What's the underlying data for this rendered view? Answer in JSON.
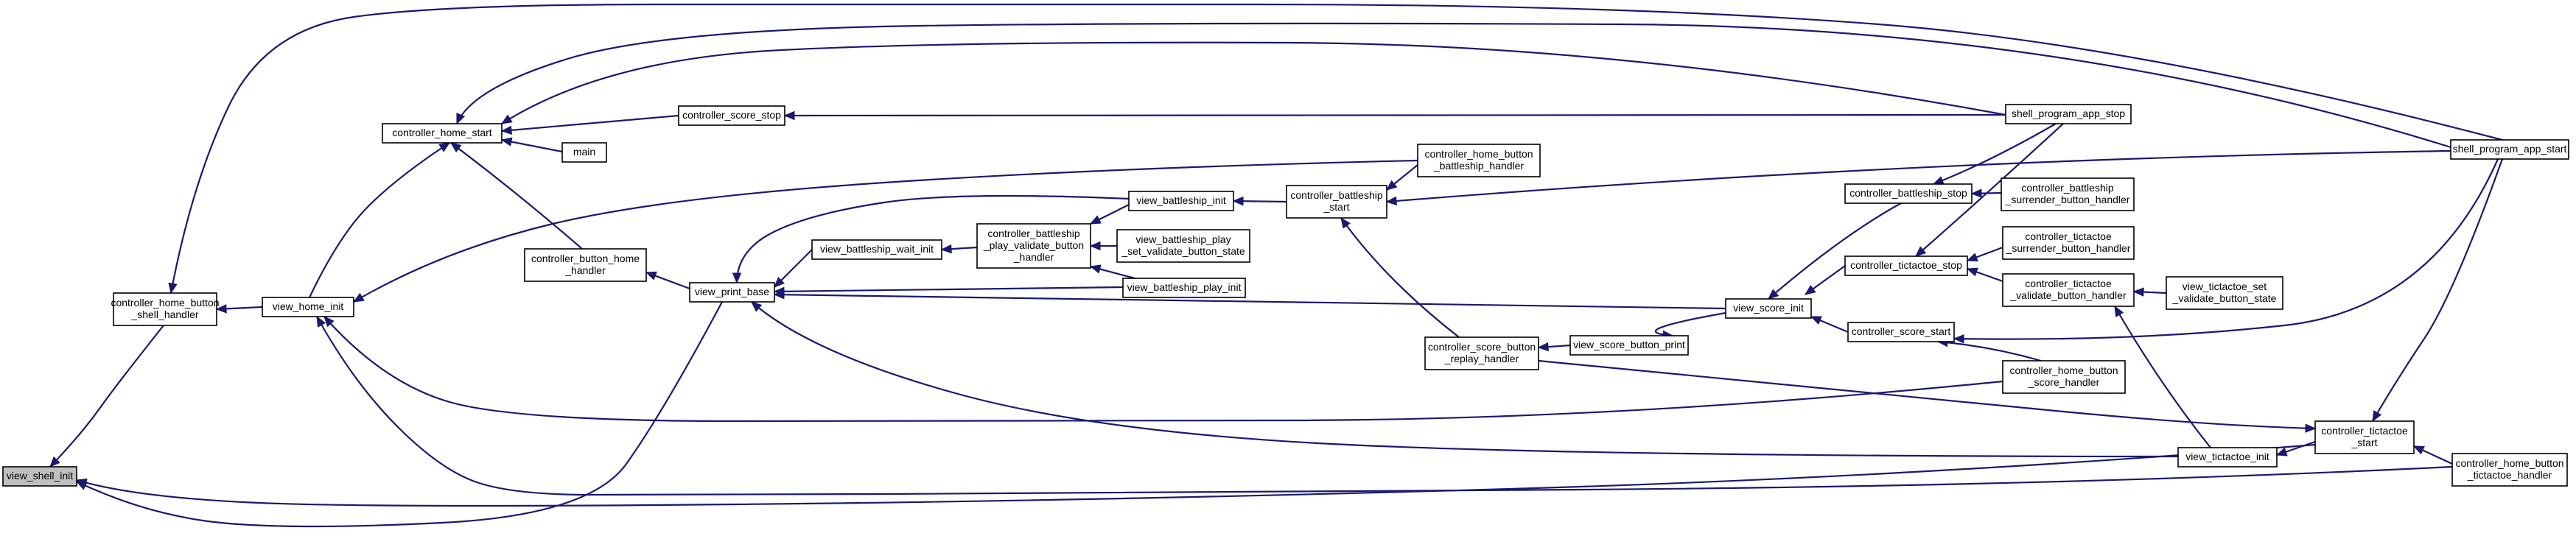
{
  "diagram": {
    "colors": {
      "edge": "#191970",
      "node_border": "#000000",
      "node_fill": "#ffffff",
      "focus_fill": "#bfbfbf"
    },
    "nodes": [
      {
        "id": "view_shell_init",
        "lines": [
          "view_shell_init"
        ],
        "focus": true
      },
      {
        "id": "controller_home_button_shell_handler",
        "lines": [
          "controller_home_button",
          "_shell_handler"
        ]
      },
      {
        "id": "view_home_init",
        "lines": [
          "view_home_init"
        ]
      },
      {
        "id": "controller_home_start",
        "lines": [
          "controller_home_start"
        ]
      },
      {
        "id": "main",
        "lines": [
          "main"
        ]
      },
      {
        "id": "controller_score_stop",
        "lines": [
          "controller_score_stop"
        ]
      },
      {
        "id": "controller_button_home_handler",
        "lines": [
          "controller_button_home",
          "_handler"
        ]
      },
      {
        "id": "view_print_base",
        "lines": [
          "view_print_base"
        ]
      },
      {
        "id": "view_battleship_wait_init",
        "lines": [
          "view_battleship_wait_init"
        ]
      },
      {
        "id": "controller_battleship_play_validate_button_handler",
        "lines": [
          "controller_battleship",
          "_play_validate_button",
          "_handler"
        ]
      },
      {
        "id": "view_battleship_init",
        "lines": [
          "view_battleship_init"
        ]
      },
      {
        "id": "view_battleship_play_set_validate_button_state",
        "lines": [
          "view_battleship_play",
          "_set_validate_button_state"
        ]
      },
      {
        "id": "view_battleship_play_init",
        "lines": [
          "view_battleship_play_init"
        ]
      },
      {
        "id": "controller_battleship_start",
        "lines": [
          "controller_battleship",
          "_start"
        ]
      },
      {
        "id": "controller_home_button_battleship_handler",
        "lines": [
          "controller_home_button",
          "_battleship_handler"
        ]
      },
      {
        "id": "controller_score_button_replay_handler",
        "lines": [
          "controller_score_button",
          "_replay_handler"
        ]
      },
      {
        "id": "view_score_button_print",
        "lines": [
          "view_score_button_print"
        ]
      },
      {
        "id": "view_score_init",
        "lines": [
          "view_score_init"
        ]
      },
      {
        "id": "controller_battleship_stop",
        "lines": [
          "controller_battleship_stop"
        ]
      },
      {
        "id": "controller_tictactoe_stop",
        "lines": [
          "controller_tictactoe_stop"
        ]
      },
      {
        "id": "controller_score_start",
        "lines": [
          "controller_score_start"
        ]
      },
      {
        "id": "shell_program_app_stop",
        "lines": [
          "shell_program_app_stop"
        ]
      },
      {
        "id": "controller_battleship_surrender_button_handler",
        "lines": [
          "controller_battleship",
          "_surrender_button_handler"
        ]
      },
      {
        "id": "controller_tictactoe_surrender_button_handler",
        "lines": [
          "controller_tictactoe",
          "_surrender_button_handler"
        ]
      },
      {
        "id": "controller_tictactoe_validate_button_handler",
        "lines": [
          "controller_tictactoe",
          "_validate_button_handler"
        ]
      },
      {
        "id": "view_tictactoe_set_validate_button_state",
        "lines": [
          "view_tictactoe_set",
          "_validate_button_state"
        ]
      },
      {
        "id": "controller_home_button_score_handler",
        "lines": [
          "controller_home_button",
          "_score_handler"
        ]
      },
      {
        "id": "view_tictactoe_init",
        "lines": [
          "view_tictactoe_init"
        ]
      },
      {
        "id": "controller_tictactoe_start",
        "lines": [
          "controller_tictactoe",
          "_start"
        ]
      },
      {
        "id": "controller_home_button_tictactoe_handler",
        "lines": [
          "controller_home_button",
          "_tictactoe_handler"
        ]
      },
      {
        "id": "shell_program_app_start",
        "lines": [
          "shell_program_app_start"
        ]
      }
    ],
    "edges": [
      {
        "from": "controller_home_button_shell_handler",
        "to": "view_shell_init"
      },
      {
        "from": "controller_tictactoe_start",
        "to": "view_shell_init"
      },
      {
        "from": "shell_program_app_start",
        "to": "controller_home_button_shell_handler"
      },
      {
        "from": "view_home_init",
        "to": "controller_home_button_shell_handler"
      },
      {
        "from": "view_home_init",
        "to": "controller_home_start"
      },
      {
        "from": "controller_home_button_battleship_handler",
        "to": "view_home_init"
      },
      {
        "from": "controller_home_button_score_handler",
        "to": "view_home_init"
      },
      {
        "from": "controller_home_button_tictactoe_handler",
        "to": "view_home_init"
      },
      {
        "from": "main",
        "to": "controller_home_start"
      },
      {
        "from": "controller_score_stop",
        "to": "controller_home_start"
      },
      {
        "from": "controller_button_home_handler",
        "to": "controller_home_start"
      },
      {
        "from": "shell_program_app_stop",
        "to": "controller_home_start"
      },
      {
        "from": "shell_program_app_start",
        "to": "controller_home_start"
      },
      {
        "from": "shell_program_app_stop",
        "to": "controller_score_stop"
      },
      {
        "from": "view_print_base",
        "to": "controller_button_home_handler"
      },
      {
        "from": "view_print_base",
        "to": "view_shell_init"
      },
      {
        "from": "view_battleship_wait_init",
        "to": "view_print_base"
      },
      {
        "from": "view_battleship_init",
        "to": "view_print_base"
      },
      {
        "from": "view_battleship_play_init",
        "to": "view_print_base"
      },
      {
        "from": "view_score_init",
        "to": "view_print_base"
      },
      {
        "from": "view_tictactoe_init",
        "to": "view_print_base"
      },
      {
        "from": "controller_battleship_play_validate_button_handler",
        "to": "view_battleship_wait_init"
      },
      {
        "from": "view_battleship_init",
        "to": "controller_battleship_play_validate_button_handler"
      },
      {
        "from": "view_battleship_play_set_validate_button_state",
        "to": "controller_battleship_play_validate_button_handler"
      },
      {
        "from": "view_battleship_play_init",
        "to": "controller_battleship_play_validate_button_handler"
      },
      {
        "from": "controller_battleship_start",
        "to": "view_battleship_init"
      },
      {
        "from": "controller_home_button_battleship_handler",
        "to": "controller_battleship_start"
      },
      {
        "from": "controller_score_button_replay_handler",
        "to": "controller_battleship_start"
      },
      {
        "from": "shell_program_app_start",
        "to": "controller_battleship_start"
      },
      {
        "from": "view_score_button_print",
        "to": "controller_score_button_replay_handler"
      },
      {
        "from": "view_score_init",
        "to": "view_score_button_print"
      },
      {
        "from": "controller_battleship_stop",
        "to": "view_score_init"
      },
      {
        "from": "controller_tictactoe_stop",
        "to": "view_score_init"
      },
      {
        "from": "controller_score_start",
        "to": "view_score_init"
      },
      {
        "from": "shell_program_app_stop",
        "to": "controller_battleship_stop"
      },
      {
        "from": "controller_battleship_surrender_button_handler",
        "to": "controller_battleship_stop"
      },
      {
        "from": "shell_program_app_stop",
        "to": "controller_tictactoe_stop"
      },
      {
        "from": "controller_tictactoe_surrender_button_handler",
        "to": "controller_tictactoe_stop"
      },
      {
        "from": "controller_tictactoe_validate_button_handler",
        "to": "controller_tictactoe_stop"
      },
      {
        "from": "controller_home_button_score_handler",
        "to": "controller_score_start"
      },
      {
        "from": "shell_program_app_start",
        "to": "controller_score_start"
      },
      {
        "from": "view_tictactoe_set_validate_button_state",
        "to": "controller_tictactoe_validate_button_handler"
      },
      {
        "from": "view_tictactoe_init",
        "to": "controller_tictactoe_validate_button_handler"
      },
      {
        "from": "controller_tictactoe_start",
        "to": "view_tictactoe_init"
      },
      {
        "from": "controller_home_button_tictactoe_handler",
        "to": "controller_tictactoe_start"
      },
      {
        "from": "controller_score_button_replay_handler",
        "to": "controller_tictactoe_start"
      },
      {
        "from": "shell_program_app_start",
        "to": "controller_tictactoe_start"
      }
    ]
  }
}
